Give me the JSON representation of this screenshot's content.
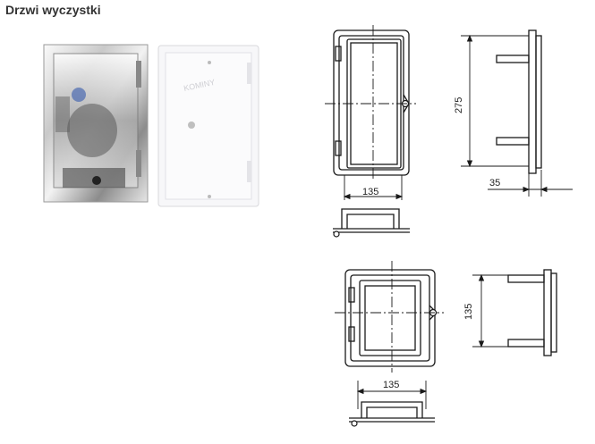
{
  "header": {
    "title": "Drzwi wyczystki"
  },
  "products": [
    {
      "name": "chrome-door",
      "finish": "chrome"
    },
    {
      "name": "white-door",
      "finish": "white"
    }
  ],
  "drawings": {
    "large_door": {
      "width_label": "135",
      "height_label": "275",
      "depth_label": "35"
    },
    "small_door": {
      "width_label": "135",
      "height_label": "135"
    }
  },
  "colors": {
    "line": "#1a1a1a",
    "chrome_light": "#f4f4f4",
    "chrome_dark": "#9a9a9a",
    "white_door": "#f7f7f9"
  }
}
